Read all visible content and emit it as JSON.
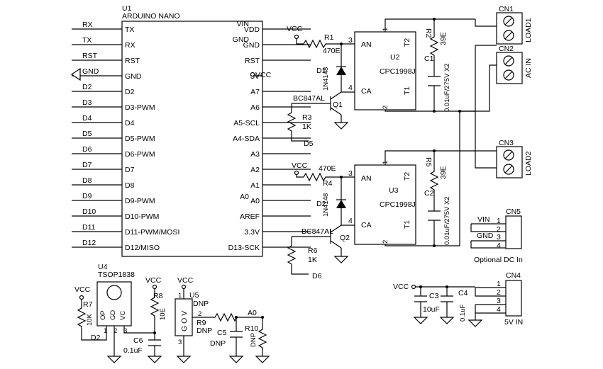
{
  "u1": {
    "ref": "U1",
    "name": "ARDUINO NANO",
    "left_pins": [
      "TX",
      "RX",
      "RST",
      "GND",
      "D2",
      "D3-PWM",
      "D4",
      "D5-PWM",
      "D6-PWM",
      "D7",
      "D8",
      "D9-PWM",
      "D10-PWM",
      "D11-PWM/MOSI",
      "D12/MISO"
    ],
    "right_pins": [
      "VDD",
      "GND",
      "RST",
      "5V",
      "A7",
      "A6",
      "A5-SCL",
      "A4-SDA",
      "A3",
      "A2",
      "A1",
      "A0",
      "AREF",
      "3.3V",
      "D13-SCK"
    ],
    "left_nets": [
      "RX",
      "TX",
      "RST",
      "GND",
      "D2",
      "D3",
      "D4",
      "D5",
      "D6",
      "D7",
      "D8",
      "D9",
      "D10",
      "D11",
      "D12"
    ],
    "right_nets": {
      "vin": "VIN",
      "gnd": "GND",
      "vcc": "VCC",
      "a0": "A0"
    }
  },
  "ch1": {
    "vcc": "VCC",
    "r_in": {
      "ref": "R1",
      "value": "470E"
    },
    "diode": {
      "ref": "D1",
      "value": "1N4148"
    },
    "ssr": {
      "ref": "U2",
      "part": "CPC1998J",
      "pins": {
        "an": "AN",
        "ca": "CA",
        "t1": "T1",
        "t2": "T2",
        "n1": "1",
        "n2": "2",
        "n3": "3",
        "n4": "4"
      }
    },
    "snubber_r": {
      "ref": "R2",
      "value": "39E"
    },
    "snubber_c": {
      "ref": "C1",
      "value": "0.01uF/275V X2"
    },
    "transistor": {
      "ref": "Q1",
      "part": "BC847AL"
    },
    "r_base": {
      "ref": "R3",
      "value": "1K"
    },
    "net": "D5"
  },
  "ch2": {
    "vcc": "VCC",
    "r_in": {
      "ref": "R4",
      "value": "470E"
    },
    "diode": {
      "ref": "D2",
      "value": "1N4148"
    },
    "ssr": {
      "ref": "U3",
      "part": "CPC1998J",
      "pins": {
        "an": "AN",
        "ca": "CA",
        "t1": "T1",
        "t2": "T2",
        "n1": "1",
        "n2": "2",
        "n3": "3",
        "n4": "4"
      }
    },
    "snubber_r": {
      "ref": "R5",
      "value": "39E"
    },
    "snubber_c": {
      "ref": "C2",
      "value": "0.01uF/275V X2"
    },
    "transistor": {
      "ref": "Q2",
      "part": "BC847AL"
    },
    "r_base": {
      "ref": "R6",
      "value": "1K"
    },
    "net": "D6"
  },
  "connectors": {
    "cn1": {
      "ref": "CN1",
      "label": "LOAD1"
    },
    "cn2": {
      "ref": "CN2",
      "label": "AC IN"
    },
    "cn3": {
      "ref": "CN3",
      "label": "LOAD2"
    },
    "cn5": {
      "ref": "CN5",
      "pins": [
        "1",
        "2",
        "3",
        "4"
      ],
      "nets": {
        "vin": "VIN",
        "gnd": "GND"
      },
      "caption": "Optional DC In"
    },
    "cn4": {
      "ref": "CN4",
      "pins": [
        "1",
        "2",
        "3",
        "4"
      ],
      "caption": "5V IN"
    }
  },
  "ir": {
    "ref": "U4",
    "part": "TSOP1838",
    "pins": [
      "OP",
      "GD",
      "VC"
    ],
    "pin_nums": [
      "1",
      "2",
      "3"
    ],
    "r_pull": {
      "ref": "R7",
      "value": "10K"
    },
    "vcc": "VCC",
    "net": "D2",
    "r_vc": {
      "ref": "R8",
      "value": "10E"
    },
    "vcc2": "VCC",
    "cap": {
      "ref": "C6",
      "value": "0.1uF"
    }
  },
  "u5": {
    "ref": "U5",
    "value": "DNP",
    "vcc": "VCC",
    "body": "G O V",
    "pins": [
      "1",
      "2",
      "3"
    ],
    "r9": {
      "ref": "R9",
      "value": "DNP"
    },
    "c5": {
      "ref": "C5",
      "value": "DNP"
    },
    "r10": {
      "ref": "R10",
      "value": "DNP"
    },
    "net": "A0"
  },
  "power": {
    "vcc": "VCC",
    "c3": {
      "ref": "C3",
      "value": "10uF"
    },
    "c4": {
      "ref": "C4",
      "value": "0.1uF"
    }
  }
}
